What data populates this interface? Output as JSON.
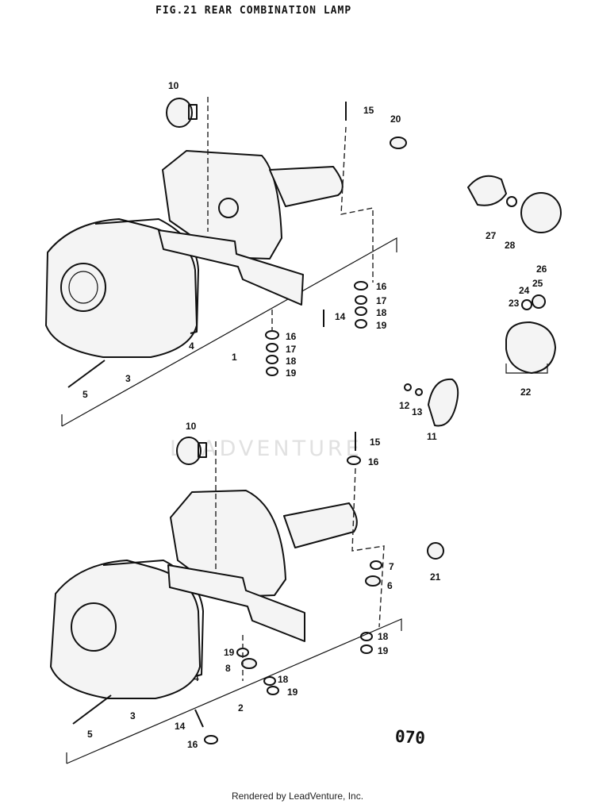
{
  "figure": {
    "title": "FIG.21  REAR COMBINATION LAMP",
    "page_number": "070",
    "footer": "Rendered by LeadVenture, Inc.",
    "watermark": "LEADVENTURE"
  },
  "callouts": {
    "upper": [
      "10",
      "15",
      "20",
      "27",
      "28",
      "26",
      "16",
      "17",
      "18",
      "19",
      "14",
      "16",
      "17",
      "18",
      "19",
      "4",
      "1",
      "3",
      "5",
      "24",
      "25",
      "23",
      "22",
      "12",
      "13",
      "11"
    ],
    "lower": [
      "10",
      "15",
      "16",
      "7",
      "6",
      "21",
      "18",
      "19",
      "19",
      "8",
      "18",
      "19",
      "4",
      "3",
      "2",
      "5",
      "14",
      "16"
    ]
  },
  "colors": {
    "ink": "#111111",
    "paper": "#ffffff",
    "watermark": "#c9c9c9"
  }
}
